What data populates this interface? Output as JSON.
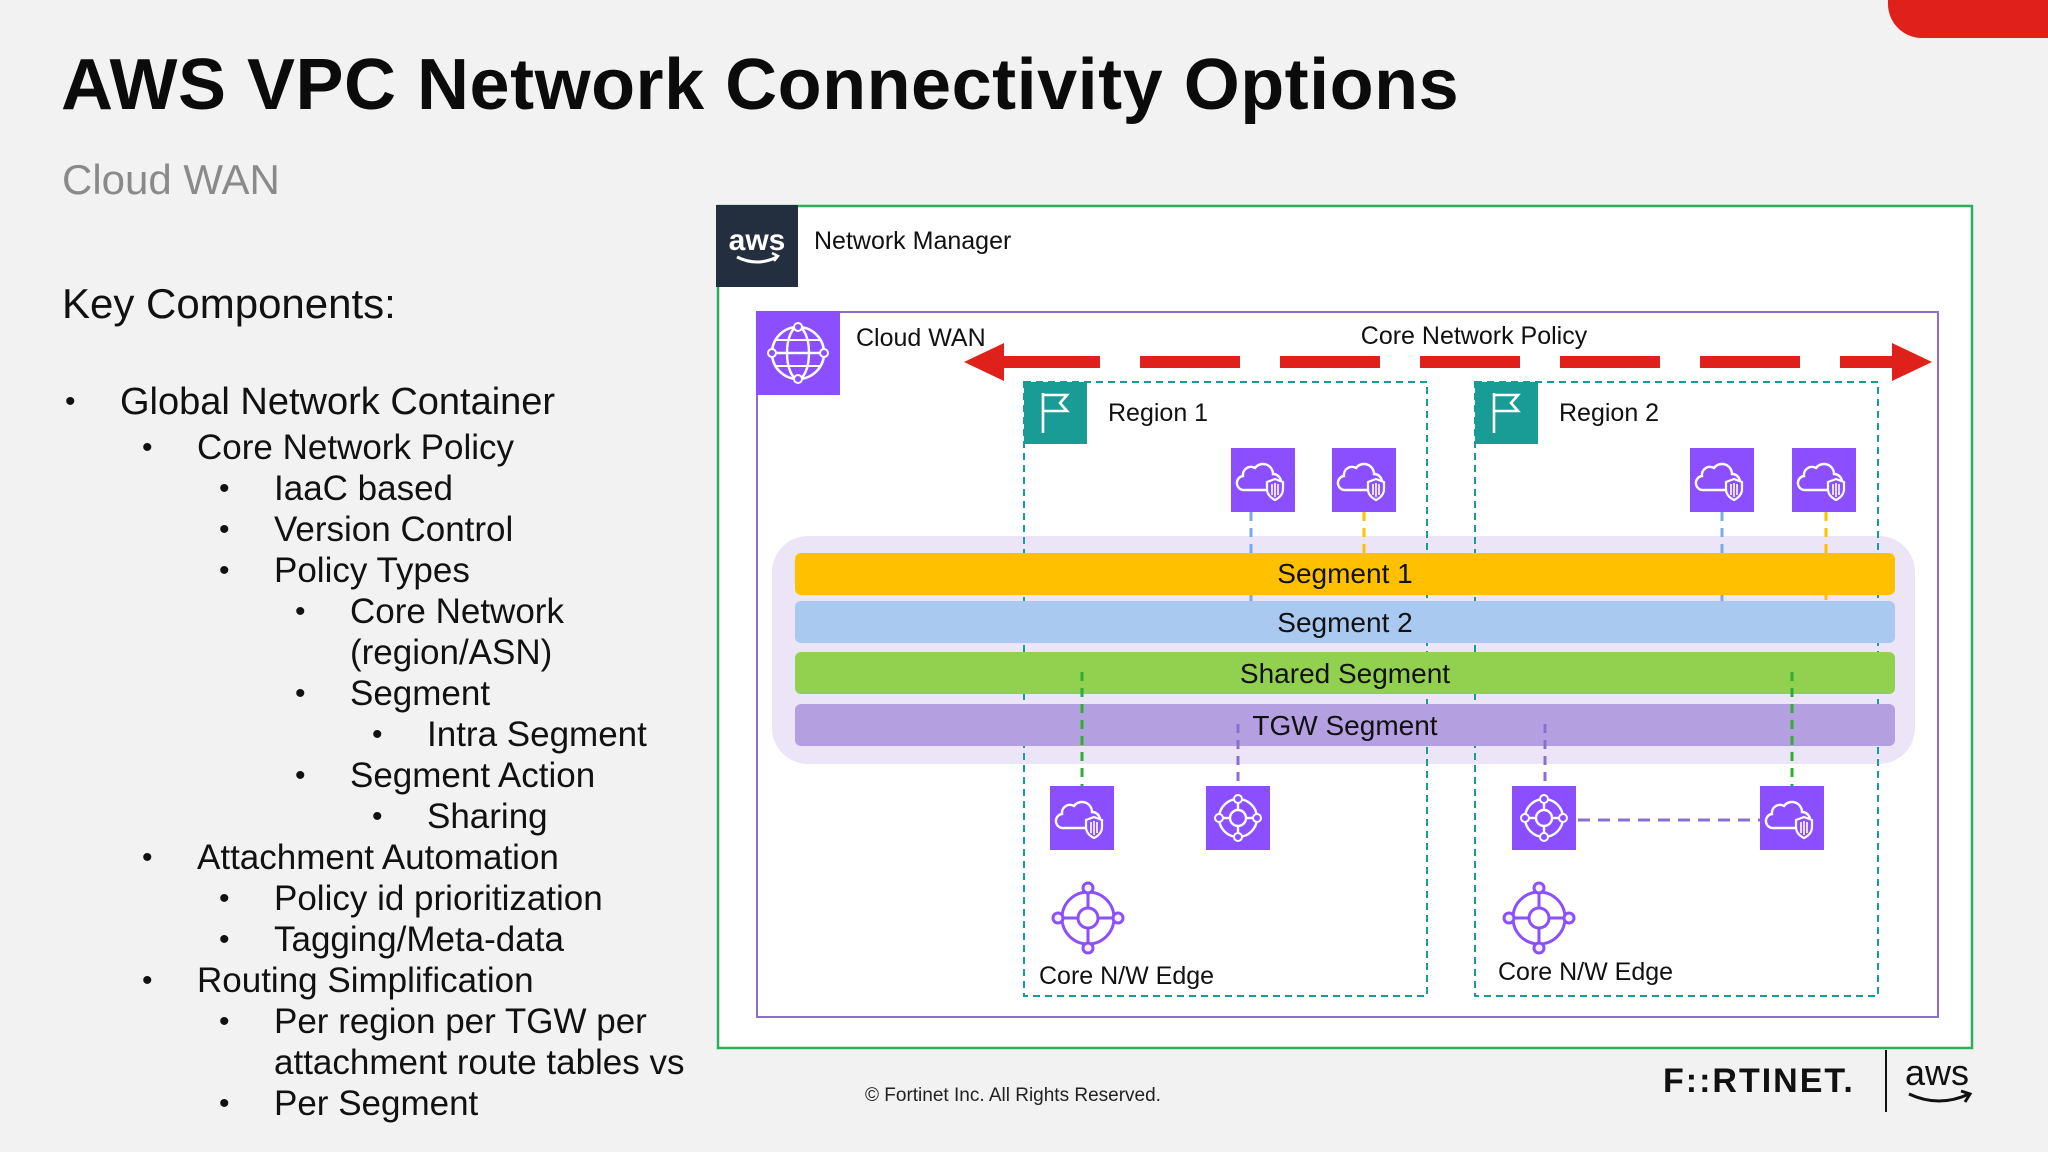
{
  "slide": {
    "title": "AWS VPC Network Connectivity Options",
    "subtitle": "Cloud WAN",
    "key_heading": "Key Components:",
    "copyright": "© Fortinet Inc. All Rights Reserved.",
    "fortinet_logo": "F::RTINET.",
    "aws_logo": "aws",
    "accent_color": "#e0201b"
  },
  "bullets": [
    {
      "level": 0,
      "text": "Global Network Container"
    },
    {
      "level": 1,
      "text": "Core Network Policy"
    },
    {
      "level": 2,
      "text": "IaaC based"
    },
    {
      "level": 2,
      "text": "Version Control"
    },
    {
      "level": 2,
      "text": "Policy Types"
    },
    {
      "level": 3,
      "text": "Core Network"
    },
    {
      "level": 3,
      "text": "(region/ASN)",
      "continuation": true
    },
    {
      "level": 3,
      "text": "Segment"
    },
    {
      "level": 4,
      "text": "Intra Segment"
    },
    {
      "level": 3,
      "text": "Segment Action"
    },
    {
      "level": 4,
      "text": "Sharing"
    },
    {
      "level": 1,
      "text": "Attachment Automation"
    },
    {
      "level": 2,
      "text": "Policy id prioritization"
    },
    {
      "level": 2,
      "text": "Tagging/Meta-data"
    },
    {
      "level": 1,
      "text": "Routing Simplification"
    },
    {
      "level": 2,
      "text": "Per region per TGW per"
    },
    {
      "level": 2,
      "text": "attachment route tables vs",
      "continuation": true
    },
    {
      "level": 2,
      "text": "Per Segment"
    }
  ],
  "diagram": {
    "network_manager_label": "Network Manager",
    "aws_badge": "aws",
    "cloud_wan_label": "Cloud WAN",
    "policy_label": "Core Network Policy",
    "region1_label": "Region 1",
    "region2_label": "Region 2",
    "segments": [
      {
        "label": "Segment 1",
        "color": "#ffc000"
      },
      {
        "label": "Segment 2",
        "color": "#a9c9f0"
      },
      {
        "label": "Shared Segment",
        "color": "#92d050"
      },
      {
        "label": "TGW Segment",
        "color": "#b4a0e0"
      }
    ],
    "edge1_label": "Core N/W Edge",
    "edge2_label": "Core N/W Edge",
    "colors": {
      "outer_border": "#2fae5a",
      "inner_border": "#8b6fd0",
      "region_border": "#1a9c96",
      "icon_purple": "#8c4fff",
      "region_flag": "#1a9c96",
      "policy_arrow": "#e0201b",
      "aws_badge_bg": "#232f3e"
    }
  }
}
